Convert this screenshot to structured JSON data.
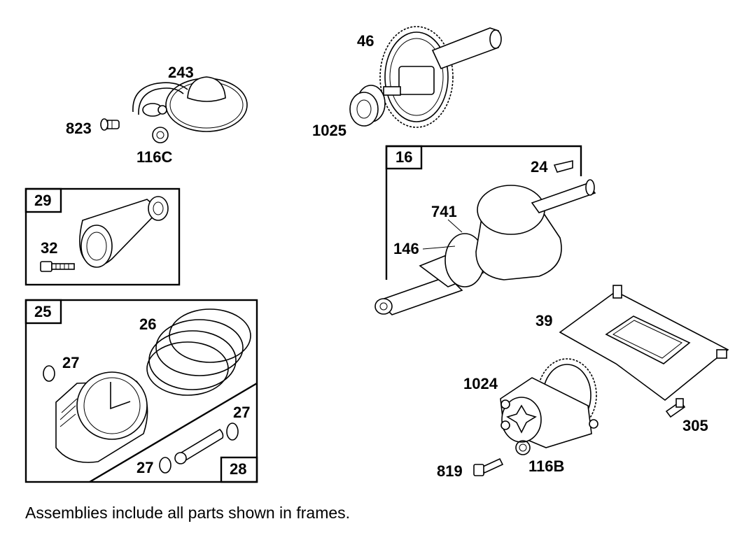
{
  "footer_note": "Assemblies include all parts shown in frames.",
  "frames": {
    "f29": "29",
    "f25": "25",
    "f28": "28",
    "f16": "16"
  },
  "labels": {
    "p46": "46",
    "p243": "243",
    "p823": "823",
    "p116C": "116C",
    "p1025": "1025",
    "p24": "24",
    "p741": "741",
    "p146": "146",
    "p32": "32",
    "p26": "26",
    "p27a": "27",
    "p27b": "27",
    "p27c": "27",
    "p39": "39",
    "p1024": "1024",
    "p305": "305",
    "p819": "819",
    "p116B": "116B"
  }
}
